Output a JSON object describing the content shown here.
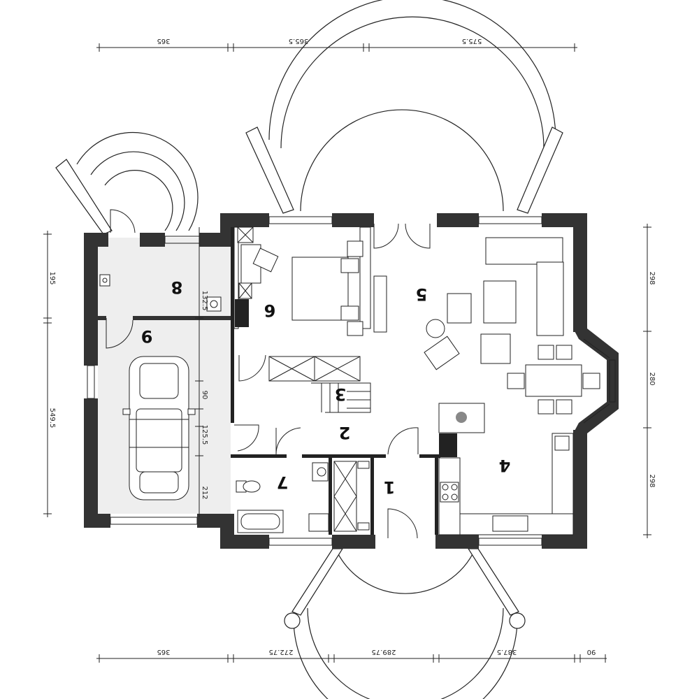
{
  "dimensions": {
    "top": [
      "365",
      "365.5",
      "575.5"
    ],
    "bottom": [
      "365",
      "272.75",
      "289.75",
      "387.5",
      "90"
    ],
    "left": [
      "195",
      "549.5"
    ],
    "right": [
      "298",
      "280",
      "298"
    ],
    "interior": [
      "132.5",
      "125.5",
      "90",
      "212"
    ]
  },
  "rooms": [
    "1",
    "2",
    "3",
    "4",
    "5",
    "6",
    "7",
    "8",
    "9"
  ],
  "colors": {
    "wall": "#333333",
    "garage_floor": "#eeeeee",
    "line": "#222222"
  }
}
